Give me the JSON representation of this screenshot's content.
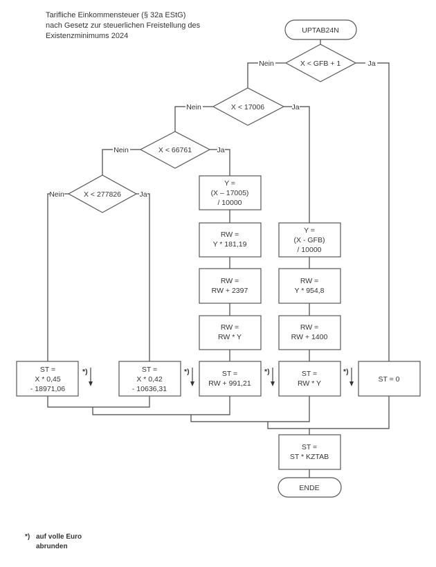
{
  "title": {
    "lines": [
      "Tarifliche Einkommensteuer (§ 32a EStG)",
      "nach Gesetz zur steuerlichen Freistellung des",
      "Existenzminimums 2024"
    ]
  },
  "flow": {
    "start": "UPTAB24N",
    "end": "ENDE",
    "labels": {
      "no": "Nein",
      "yes": "Ja",
      "round_mark": "*)"
    },
    "decisions": [
      {
        "id": "d1",
        "text": "X < GFB + 1"
      },
      {
        "id": "d2",
        "text": "X < 17006"
      },
      {
        "id": "d3",
        "text": "X < 66761"
      },
      {
        "id": "d4",
        "text": "X < 277826"
      }
    ],
    "processes": {
      "zone2_y": [
        "Y =",
        "(X – 17005)",
        "/ 10000"
      ],
      "zone2_rw1": [
        "RW =",
        "Y * 181,19"
      ],
      "zone2_rw2": [
        "RW =",
        "RW + 2397"
      ],
      "zone2_rw3": [
        "RW =",
        "RW * Y"
      ],
      "zone1_y": [
        "Y =",
        "(X - GFB)",
        "/ 10000"
      ],
      "zone1_rw1": [
        "RW =",
        "Y * 954,8"
      ],
      "zone1_rw2": [
        "RW =",
        "RW + 1400"
      ],
      "st_zone4": [
        "ST =",
        "X * 0,45",
        "- 18971,06"
      ],
      "st_zone3": [
        "ST =",
        "X * 0,42",
        "- 10636,31"
      ],
      "st_zone2": [
        "ST =",
        "RW + 991,21"
      ],
      "st_zone1": [
        "ST =",
        "RW * Y"
      ],
      "st_zero": [
        "ST = 0"
      ],
      "st_final": [
        "ST =",
        "ST * KZTAB"
      ]
    }
  },
  "footnote": {
    "mark": "*)",
    "lines": [
      "auf volle Euro",
      "abrunden"
    ]
  }
}
